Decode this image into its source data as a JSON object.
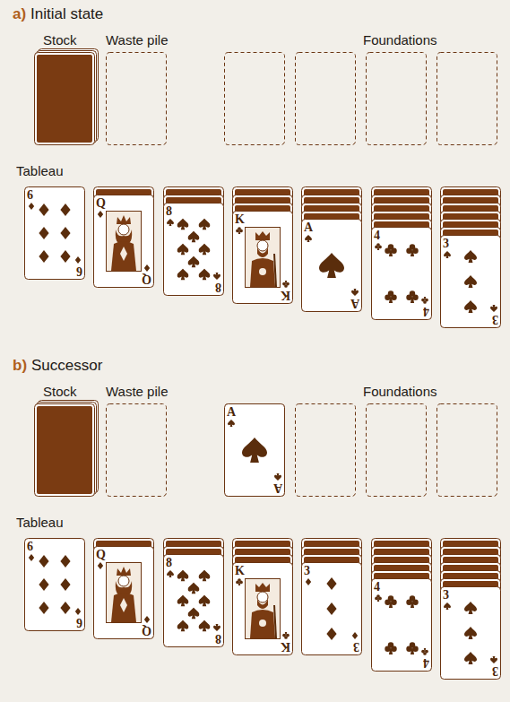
{
  "diagram": {
    "nodes": [
      {
        "text": [
          "6",
          "6"
        ]
      },
      {
        "text": [
          "Q",
          "Q"
        ]
      },
      {
        "text": [
          "8",
          "8"
        ]
      },
      {
        "text": [
          "K",
          "K"
        ]
      },
      {
        "text": [
          "A",
          "A"
        ]
      },
      {
        "text": [
          "4",
          "4"
        ]
      },
      {
        "text": [
          "3",
          "3"
        ]
      },
      {
        "text": [
          "A",
          "A"
        ]
      },
      {
        "text": [
          "6",
          "6"
        ]
      },
      {
        "text": [
          "Q",
          "Q"
        ]
      },
      {
        "text": [
          "8",
          "8"
        ]
      },
      {
        "text": [
          "K",
          "K"
        ]
      },
      {
        "text": [
          "3",
          "3"
        ]
      },
      {
        "text": [
          "4",
          "4"
        ]
      },
      {
        "text": [
          "3",
          "3"
        ]
      }
    ],
    "labels": [
      "a)",
      "Initial state",
      "Stock",
      "Waste pile",
      "Foundations",
      "Tableau",
      "b)",
      "Successor",
      "Stock",
      "Waste pile",
      "Foundations",
      "Tableau"
    ]
  }
}
